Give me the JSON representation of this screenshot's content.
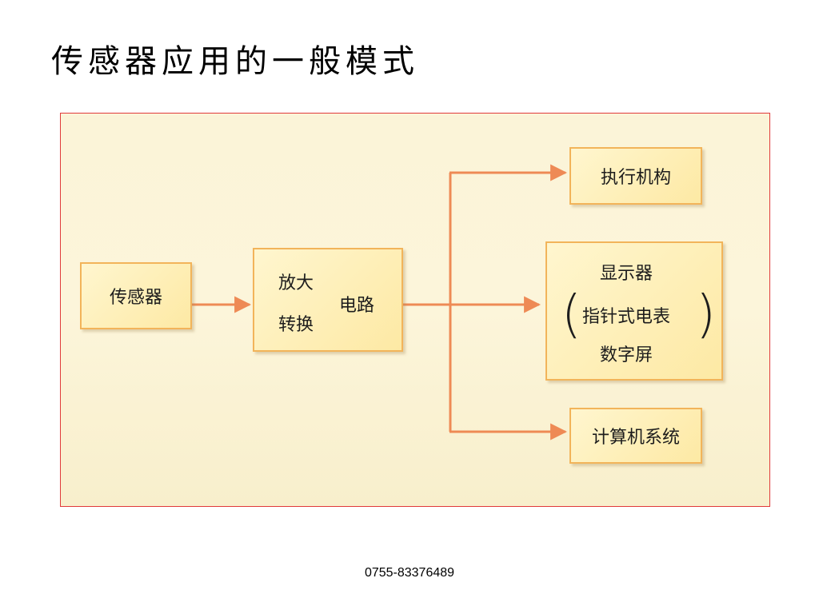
{
  "page": {
    "title": "传感器应用的一般模式",
    "footer": "0755-83376489"
  },
  "diagram": {
    "sensor": "传感器",
    "amp_line1": "放大",
    "amp_line2": "转换",
    "amp_right": "电路",
    "actuator": "执行机构",
    "display_line1": "显示器",
    "display_line2": "指针式电表",
    "display_line3": "数字屏",
    "computer": "计算机系统"
  },
  "colors": {
    "arrow": "#ee8a55",
    "small_arrow": "#e02020",
    "border": "#e03a3a"
  }
}
